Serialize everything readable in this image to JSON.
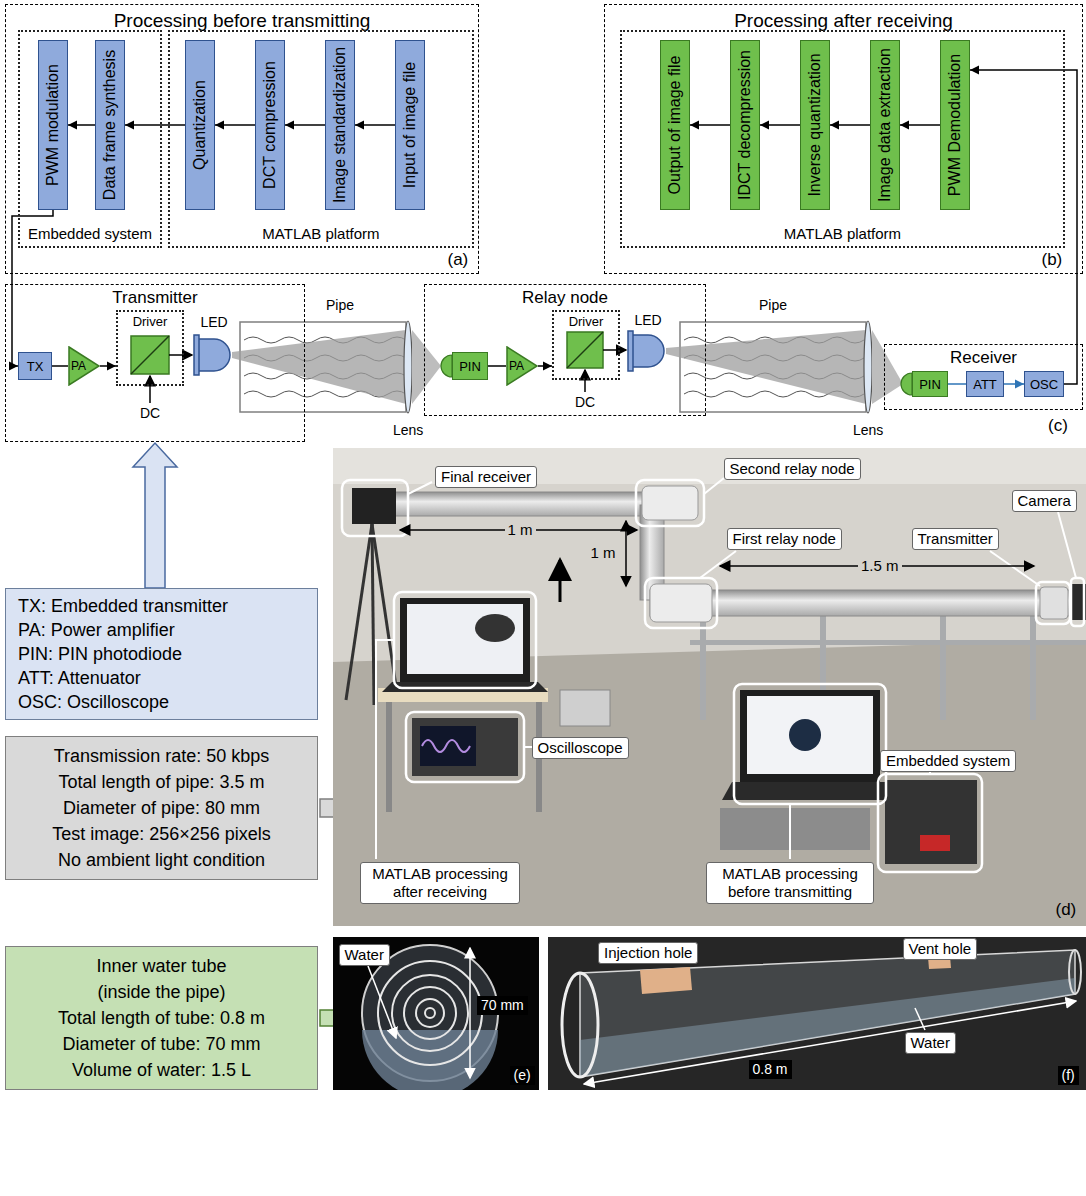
{
  "diagram": {
    "nodes": [
      {
        "text": [
          "Processing before transmitting"
        ]
      },
      {
        "text": [
          "Embedded system"
        ],
        "in": 0
      },
      {
        "text": [
          "MATLAB platform"
        ],
        "in": 0
      },
      {
        "text": [
          "PWM modulation"
        ],
        "in": 1
      },
      {
        "text": [
          "Data frame synthesis"
        ],
        "in": 1
      },
      {
        "text": [
          "Quantization"
        ],
        "in": 2
      },
      {
        "text": [
          "DCT compression"
        ],
        "in": 2
      },
      {
        "text": [
          "Image standardization"
        ],
        "in": 2
      },
      {
        "text": [
          "Input of image file"
        ],
        "in": 2
      },
      {
        "text": [
          "Processing after receiving"
        ]
      },
      {
        "text": [
          "MATLAB platform"
        ],
        "in": 9
      },
      {
        "text": [
          "Output of image file"
        ],
        "in": 10
      },
      {
        "text": [
          "IDCT decompression"
        ],
        "in": 10
      },
      {
        "text": [
          "Inverse quantization"
        ],
        "in": 10
      },
      {
        "text": [
          "Image data extraction"
        ],
        "in": 10
      },
      {
        "text": [
          "PWM Demodulation"
        ],
        "in": 10
      },
      {
        "text": [
          "Transmitter"
        ]
      },
      {
        "text": [
          "TX"
        ],
        "in": 16
      },
      {
        "text": [
          "PA"
        ],
        "in": 16
      },
      {
        "text": [
          "Driver"
        ],
        "in": 16
      },
      {
        "text": [
          "Relay node"
        ]
      },
      {
        "text": [
          "PIN"
        ],
        "in": 20
      },
      {
        "text": [
          "PA"
        ],
        "in": 20
      },
      {
        "text": [
          "Driver"
        ],
        "in": 20
      },
      {
        "text": [
          "Receiver"
        ]
      },
      {
        "text": [
          "PIN"
        ],
        "in": 24
      },
      {
        "text": [
          "ATT"
        ],
        "in": 24
      },
      {
        "text": [
          "OSC"
        ],
        "in": 24
      },
      {
        "text": [
          "TX: Embedded transmitter",
          "PA: Power amplifier",
          "PIN: PIN photodiode",
          "ATT: Attenuator",
          "OSC: Oscilloscope"
        ]
      },
      {
        "text": [
          "Transmission rate: 50 kbps",
          "Total length of pipe: 3.5 m",
          "Diameter of pipe: 80 mm",
          "Test image: 256×256 pixels",
          "No ambient light condition"
        ]
      },
      {
        "text": [
          "Inner water tube (inside the pipe)",
          "Total length of tube: 0.8 m",
          "Diameter of tube: 70 mm",
          "Volume of water: 1.5 L"
        ]
      }
    ],
    "edges": [
      {
        "from": 8,
        "to": 7,
        "arrow": "to"
      },
      {
        "from": 7,
        "to": 6,
        "arrow": "to"
      },
      {
        "from": 6,
        "to": 5,
        "arrow": "to"
      },
      {
        "from": 5,
        "to": 4,
        "arrow": "to"
      },
      {
        "from": 4,
        "to": 3,
        "arrow": "to"
      },
      {
        "from": 15,
        "to": 14,
        "arrow": "to"
      },
      {
        "from": 14,
        "to": 13,
        "arrow": "to"
      },
      {
        "from": 13,
        "to": 12,
        "arrow": "to"
      },
      {
        "from": 12,
        "to": 11,
        "arrow": "to"
      },
      {
        "from": 3,
        "to": 17,
        "arrow": "to"
      },
      {
        "from": 17,
        "to": 18,
        "arrow": "none"
      },
      {
        "from": 18,
        "to": 19,
        "arrow": "to"
      },
      {
        "from": 21,
        "to": 22,
        "arrow": "none"
      },
      {
        "from": 22,
        "to": 23,
        "arrow": "to"
      },
      {
        "from": 25,
        "to": 26,
        "arrow": "none"
      },
      {
        "from": 26,
        "to": 27,
        "arrow": "to"
      },
      {
        "from": 27,
        "to": 15,
        "arrow": "to"
      },
      {
        "from": 28,
        "to": 16,
        "arrow": "to"
      }
    ],
    "labels": [
      "(a)",
      "(b)",
      "LED",
      "Pipe",
      "Lens",
      "DC",
      "LED",
      "DC",
      "Pipe",
      "Lens",
      "(c)",
      "Final receiver",
      "Second relay node",
      "First relay node",
      "Camera",
      "Transmitter",
      "1 m",
      "1 m",
      "1.5 m",
      "Oscilloscope",
      "Embedded system",
      "MATLAB processing after receiving",
      "MATLAB processing before transmitting",
      "(d)",
      "Water",
      "70 mm",
      "(e)",
      "Injection hole",
      "Vent hole",
      "Water",
      "0.8 m",
      "(f)"
    ]
  }
}
